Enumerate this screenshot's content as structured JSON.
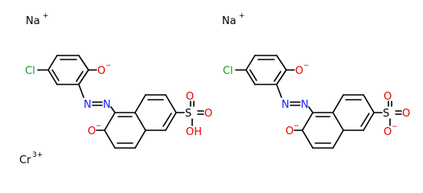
{
  "colors": {
    "background": "#ffffff",
    "bond": "#000000",
    "nitrogen": "#1a1aff",
    "oxygen": "#e00000",
    "chlorine": "#1a9a1a"
  },
  "ions": {
    "na1": "Na",
    "na1_charge": "+",
    "na2": "Na",
    "na2_charge": "+",
    "cr": "Cr",
    "cr_charge": "3+"
  },
  "left": {
    "cl": "Cl",
    "o_phenolate": "O",
    "o_phenolate_charge": "−",
    "n1": "N",
    "n2": "N",
    "o_naphthol": "O",
    "o_naphthol_charge": "−",
    "s": "S",
    "so_o_top": "O",
    "so_o_right": "O",
    "oh": "OH"
  },
  "right": {
    "cl": "Cl",
    "o_phenolate": "O",
    "o_phenolate_charge": "−",
    "n1": "N",
    "n2": "N",
    "o_naphthol": "O",
    "o_naphthol_charge": "−",
    "s": "S",
    "so_o_top": "O",
    "so_o_right": "O",
    "so_o_bottom": "O",
    "so_o_bottom_charge": "−"
  }
}
